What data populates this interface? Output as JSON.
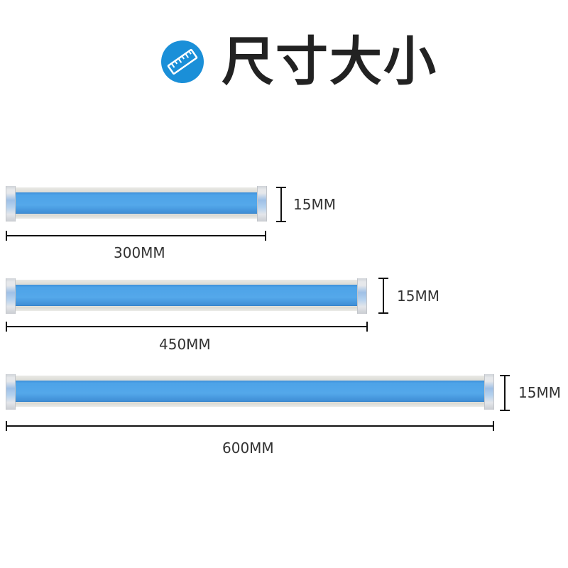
{
  "header": {
    "title": "尺寸大小",
    "icon": "ruler-icon",
    "badge_color": "#1a8fd8"
  },
  "tubes": [
    {
      "length_label": "300MM",
      "diameter_label": "15MM"
    },
    {
      "length_label": "450MM",
      "diameter_label": "15MM"
    },
    {
      "length_label": "600MM",
      "diameter_label": "15MM"
    }
  ],
  "colors": {
    "tube_light": "#4da3e8",
    "tube_shell": "#e9e9e5",
    "dimension_line": "#111111"
  }
}
